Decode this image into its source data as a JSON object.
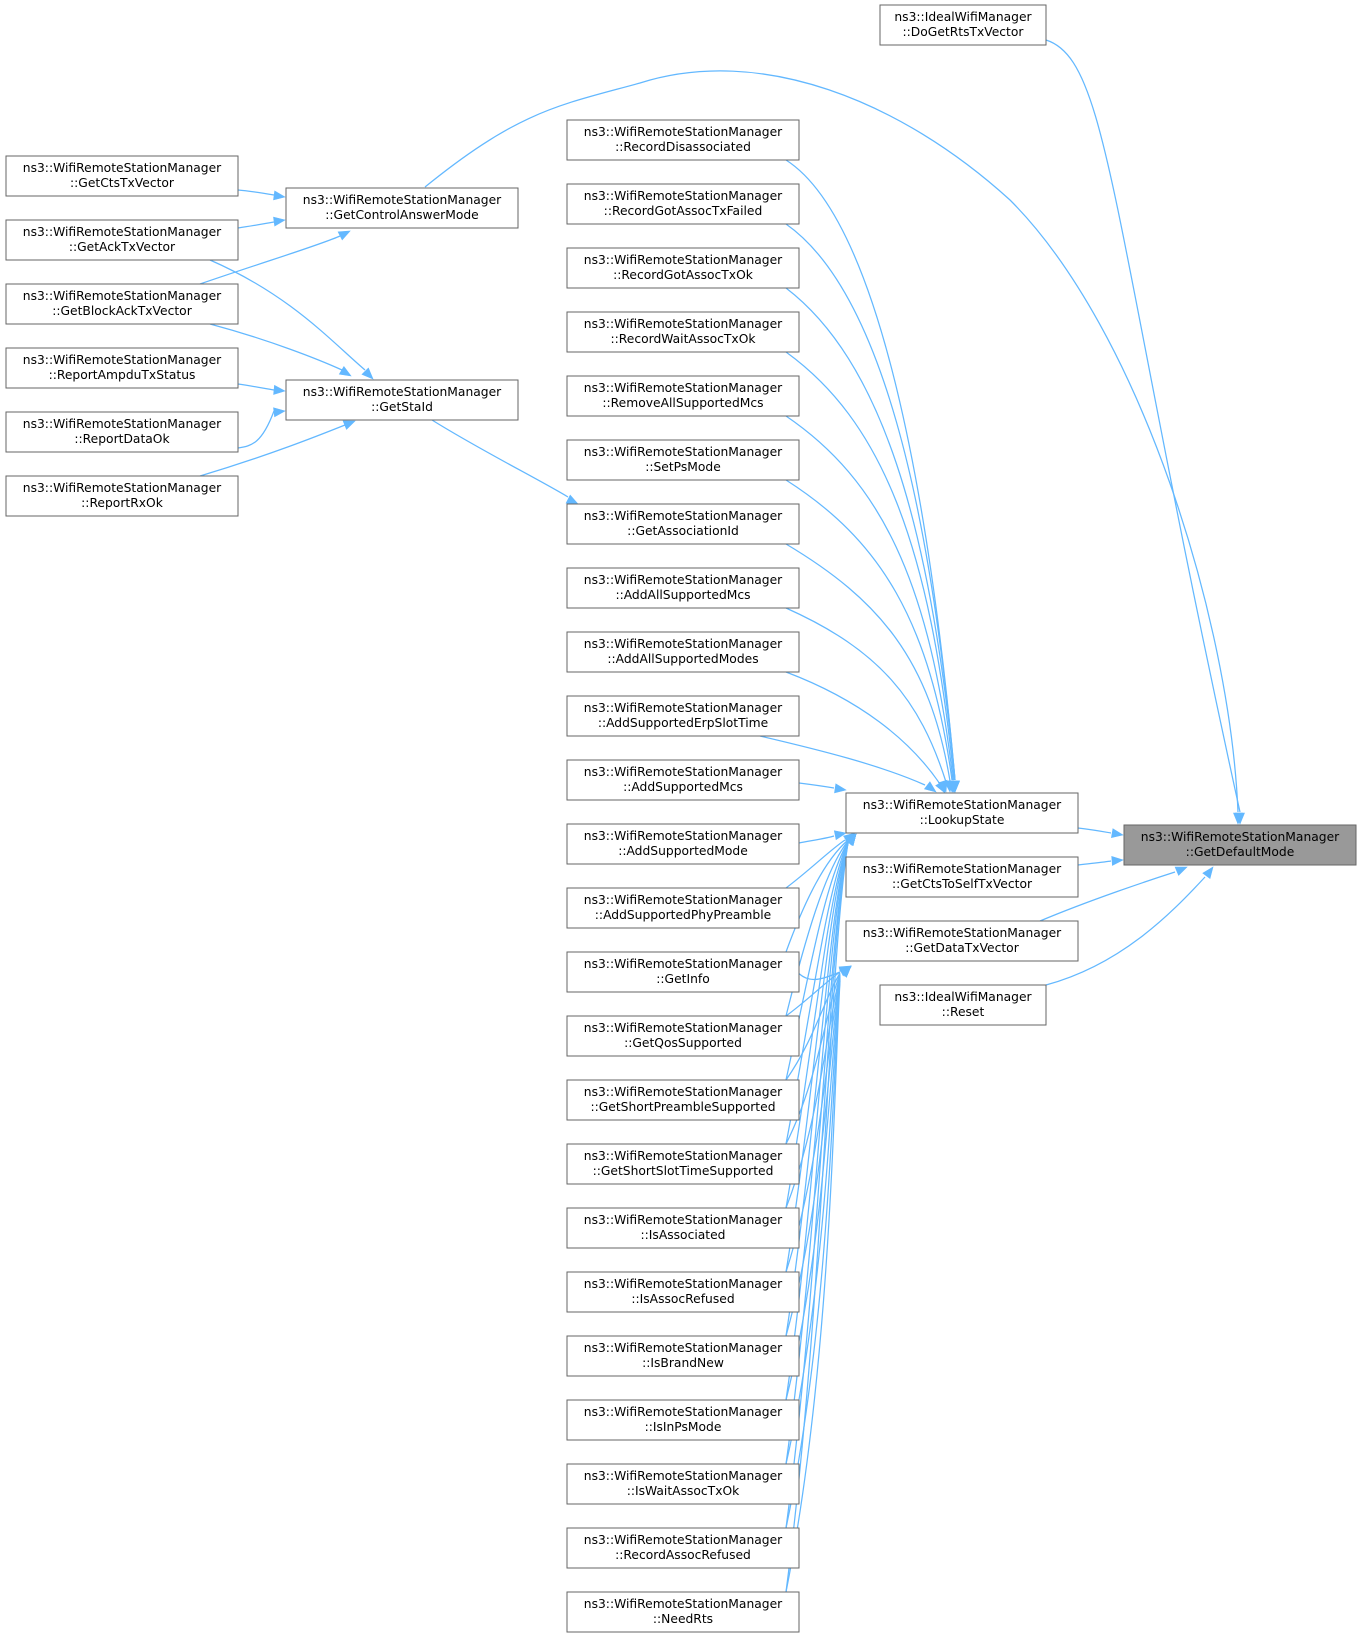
{
  "nodes": {
    "get_default_mode": {
      "line1": "ns3::WifiRemoteStationManager",
      "line2": "::GetDefaultMode"
    },
    "ideal_do_get_rts": {
      "line1": "ns3::IdealWifiManager",
      "line2": "::DoGetRtsTxVector"
    },
    "ideal_reset": {
      "line1": "ns3::IdealWifiManager",
      "line2": "::Reset"
    },
    "lookup_state": {
      "line1": "ns3::WifiRemoteStationManager",
      "line2": "::LookupState"
    },
    "get_cts_to_self": {
      "line1": "ns3::WifiRemoteStationManager",
      "line2": "::GetCtsToSelfTxVector"
    },
    "get_data_tx": {
      "line1": "ns3::WifiRemoteStationManager",
      "line2": "::GetDataTxVector"
    },
    "get_control_answer": {
      "line1": "ns3::WifiRemoteStationManager",
      "line2": "::GetControlAnswerMode"
    },
    "get_sta_id": {
      "line1": "ns3::WifiRemoteStationManager",
      "line2": "::GetStaId"
    },
    "get_cts_tx": {
      "line1": "ns3::WifiRemoteStationManager",
      "line2": "::GetCtsTxVector"
    },
    "get_ack_tx": {
      "line1": "ns3::WifiRemoteStationManager",
      "line2": "::GetAckTxVector"
    },
    "get_block_ack_tx": {
      "line1": "ns3::WifiRemoteStationManager",
      "line2": "::GetBlockAckTxVector"
    },
    "report_ampdu": {
      "line1": "ns3::WifiRemoteStationManager",
      "line2": "::ReportAmpduTxStatus"
    },
    "report_data_ok": {
      "line1": "ns3::WifiRemoteStationManager",
      "line2": "::ReportDataOk"
    },
    "report_rx_ok": {
      "line1": "ns3::WifiRemoteStationManager",
      "line2": "::ReportRxOk"
    },
    "record_disassociated": {
      "line1": "ns3::WifiRemoteStationManager",
      "line2": "::RecordDisassociated"
    },
    "record_got_assoc_failed": {
      "line1": "ns3::WifiRemoteStationManager",
      "line2": "::RecordGotAssocTxFailed"
    },
    "record_got_assoc_ok": {
      "line1": "ns3::WifiRemoteStationManager",
      "line2": "::RecordGotAssocTxOk"
    },
    "record_wait_assoc_ok": {
      "line1": "ns3::WifiRemoteStationManager",
      "line2": "::RecordWaitAssocTxOk"
    },
    "remove_all_mcs": {
      "line1": "ns3::WifiRemoteStationManager",
      "line2": "::RemoveAllSupportedMcs"
    },
    "set_ps_mode": {
      "line1": "ns3::WifiRemoteStationManager",
      "line2": "::SetPsMode"
    },
    "get_association_id": {
      "line1": "ns3::WifiRemoteStationManager",
      "line2": "::GetAssociationId"
    },
    "add_all_mcs": {
      "line1": "ns3::WifiRemoteStationManager",
      "line2": "::AddAllSupportedMcs"
    },
    "add_all_modes": {
      "line1": "ns3::WifiRemoteStationManager",
      "line2": "::AddAllSupportedModes"
    },
    "add_erp_slot": {
      "line1": "ns3::WifiRemoteStationManager",
      "line2": "::AddSupportedErpSlotTime"
    },
    "add_mcs": {
      "line1": "ns3::WifiRemoteStationManager",
      "line2": "::AddSupportedMcs"
    },
    "add_mode": {
      "line1": "ns3::WifiRemoteStationManager",
      "line2": "::AddSupportedMode"
    },
    "add_phy_preamble": {
      "line1": "ns3::WifiRemoteStationManager",
      "line2": "::AddSupportedPhyPreamble"
    },
    "get_info": {
      "line1": "ns3::WifiRemoteStationManager",
      "line2": "::GetInfo"
    },
    "get_qos": {
      "line1": "ns3::WifiRemoteStationManager",
      "line2": "::GetQosSupported"
    },
    "get_short_preamble": {
      "line1": "ns3::WifiRemoteStationManager",
      "line2": "::GetShortPreambleSupported"
    },
    "get_short_slot": {
      "line1": "ns3::WifiRemoteStationManager",
      "line2": "::GetShortSlotTimeSupported"
    },
    "is_associated": {
      "line1": "ns3::WifiRemoteStationManager",
      "line2": "::IsAssociated"
    },
    "is_assoc_refused": {
      "line1": "ns3::WifiRemoteStationManager",
      "line2": "::IsAssocRefused"
    },
    "is_brand_new": {
      "line1": "ns3::WifiRemoteStationManager",
      "line2": "::IsBrandNew"
    },
    "is_in_ps_mode": {
      "line1": "ns3::WifiRemoteStationManager",
      "line2": "::IsInPsMode"
    },
    "is_wait_assoc_ok": {
      "line1": "ns3::WifiRemoteStationManager",
      "line2": "::IsWaitAssocTxOk"
    },
    "record_assoc_refused": {
      "line1": "ns3::WifiRemoteStationManager",
      "line2": "::RecordAssocRefused"
    },
    "need_rts": {
      "line1": "ns3::WifiRemoteStationManager",
      "line2": "::NeedRts"
    }
  },
  "edges": [
    {
      "from": "ideal_do_get_rts",
      "to": "get_default_mode"
    },
    {
      "from": "get_control_answer",
      "to": "get_default_mode"
    },
    {
      "from": "lookup_state",
      "to": "get_default_mode"
    },
    {
      "from": "get_cts_to_self",
      "to": "get_default_mode"
    },
    {
      "from": "get_data_tx",
      "to": "get_default_mode"
    },
    {
      "from": "ideal_reset",
      "to": "get_default_mode"
    },
    {
      "from": "get_cts_tx",
      "to": "get_control_answer"
    },
    {
      "from": "get_ack_tx",
      "to": "get_control_answer"
    },
    {
      "from": "get_block_ack_tx",
      "to": "get_control_answer"
    },
    {
      "from": "get_ack_tx",
      "to": "get_sta_id"
    },
    {
      "from": "get_block_ack_tx",
      "to": "get_sta_id"
    },
    {
      "from": "report_ampdu",
      "to": "get_sta_id"
    },
    {
      "from": "report_data_ok",
      "to": "get_sta_id"
    },
    {
      "from": "report_rx_ok",
      "to": "get_sta_id"
    },
    {
      "from": "get_sta_id",
      "to": "get_association_id"
    },
    {
      "from": "record_disassociated",
      "to": "lookup_state"
    },
    {
      "from": "record_got_assoc_failed",
      "to": "lookup_state"
    },
    {
      "from": "record_got_assoc_ok",
      "to": "lookup_state"
    },
    {
      "from": "record_wait_assoc_ok",
      "to": "lookup_state"
    },
    {
      "from": "remove_all_mcs",
      "to": "lookup_state"
    },
    {
      "from": "set_ps_mode",
      "to": "lookup_state"
    },
    {
      "from": "get_association_id",
      "to": "lookup_state"
    },
    {
      "from": "add_all_mcs",
      "to": "lookup_state"
    },
    {
      "from": "add_all_modes",
      "to": "lookup_state"
    },
    {
      "from": "add_erp_slot",
      "to": "lookup_state"
    },
    {
      "from": "add_mcs",
      "to": "lookup_state"
    },
    {
      "from": "add_mode",
      "to": "lookup_state"
    },
    {
      "from": "add_phy_preamble",
      "to": "lookup_state"
    },
    {
      "from": "get_info",
      "to": "lookup_state"
    },
    {
      "from": "get_qos",
      "to": "lookup_state"
    },
    {
      "from": "get_short_preamble",
      "to": "lookup_state"
    },
    {
      "from": "get_short_slot",
      "to": "lookup_state"
    },
    {
      "from": "is_associated",
      "to": "lookup_state"
    },
    {
      "from": "is_assoc_refused",
      "to": "lookup_state"
    },
    {
      "from": "is_brand_new",
      "to": "lookup_state"
    },
    {
      "from": "is_in_ps_mode",
      "to": "lookup_state"
    },
    {
      "from": "is_wait_assoc_ok",
      "to": "lookup_state"
    },
    {
      "from": "record_assoc_refused",
      "to": "lookup_state"
    },
    {
      "from": "need_rts",
      "to": "lookup_state"
    },
    {
      "from": "get_info",
      "to": "get_data_tx"
    },
    {
      "from": "get_qos",
      "to": "get_data_tx"
    },
    {
      "from": "get_short_preamble",
      "to": "get_data_tx"
    },
    {
      "from": "get_short_slot",
      "to": "get_data_tx"
    },
    {
      "from": "is_associated",
      "to": "get_data_tx"
    },
    {
      "from": "is_assoc_refused",
      "to": "get_data_tx"
    },
    {
      "from": "is_brand_new",
      "to": "get_data_tx"
    },
    {
      "from": "is_in_ps_mode",
      "to": "get_data_tx"
    },
    {
      "from": "is_wait_assoc_ok",
      "to": "get_data_tx"
    },
    {
      "from": "record_assoc_refused",
      "to": "get_data_tx"
    },
    {
      "from": "need_rts",
      "to": "get_data_tx"
    }
  ],
  "colors": {
    "edge": "#63b8ff",
    "node_border": "#666666",
    "node_fill": "#ffffff",
    "highlight_fill": "#999999"
  }
}
